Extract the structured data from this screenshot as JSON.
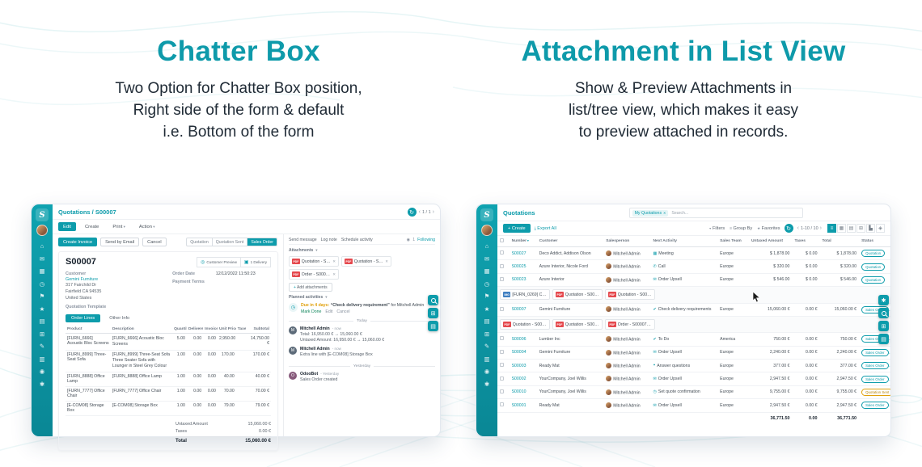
{
  "accent": "#0d9cab",
  "features": {
    "left": {
      "title": "Chatter Box",
      "subtitle": "Two Option for Chatter Box position,\nRight side of the form & default\ni.e. Bottom of the form"
    },
    "right": {
      "title": "Attachment in List View",
      "subtitle": "Show & Preview Attachments in\nlist/tree view, which makes it easy\nto preview attached in records."
    }
  },
  "sidebar": {
    "logo": "S",
    "icons": [
      "home",
      "mail",
      "calendar",
      "clock",
      "flag",
      "star",
      "list",
      "grid",
      "edit",
      "chart",
      "user",
      "gear"
    ]
  },
  "fabs": {
    "left": [
      "search",
      "grid",
      "book"
    ],
    "right": [
      "gear",
      "search",
      "grid",
      "book"
    ]
  },
  "form_view": {
    "breadcrumb": "Quotations / S00007",
    "pager": "1 / 1",
    "toolbar": {
      "edit": "Edit",
      "create": "Create",
      "print": "Print",
      "action": "Action"
    },
    "actions": {
      "create_invoice": "Create Invoice",
      "send_email": "Send by Email",
      "cancel": "Cancel"
    },
    "statusbar": [
      "Quotation",
      "Quotation Sent",
      "Sales Order"
    ],
    "smart_buttons": [
      {
        "label": "Customer Preview"
      },
      {
        "label": "1 Delivery"
      }
    ],
    "record": {
      "name": "S00007",
      "customer_label": "Customer",
      "customer": "Gemini Furniture",
      "address": "317 Fairchild Dr\nFairfield CA 94535\nUnited States",
      "order_date_label": "Order Date",
      "order_date": "12/12/2022 11:50:23",
      "payment_terms_label": "Payment Terms",
      "payment_terms": "",
      "template_label": "Quotation Template"
    },
    "tabs": [
      "Order Lines",
      "Other Info"
    ],
    "table": {
      "headers": [
        "Product",
        "Description",
        "Quantity",
        "Delivered",
        "Invoiced",
        "Unit Price",
        "Taxes",
        "Subtotal"
      ],
      "rows": [
        {
          "product": "[FURN_6666] Acoustic Bloc Screens",
          "description": "[FURN_6666] Acoustic Bloc Screens",
          "quantity": "5.00",
          "delivered": "0.00",
          "invoiced": "0.00",
          "unit_price": "2,950.00",
          "taxes": "",
          "subtotal": "14,750.00 €"
        },
        {
          "product": "[FURN_8999] Three-Seat Sofa",
          "description": "[FURN_8999] Three-Seat Sofa\nThree Seater Sofa with Lounger in Steel Grey Colour",
          "quantity": "1.00",
          "delivered": "0.00",
          "invoiced": "0.00",
          "unit_price": "170.00",
          "taxes": "",
          "subtotal": "170.00 €"
        },
        {
          "product": "[FURN_8888] Office Lamp",
          "description": "[FURN_8888] Office Lamp",
          "quantity": "1.00",
          "delivered": "0.00",
          "invoiced": "0.00",
          "unit_price": "40.00",
          "taxes": "",
          "subtotal": "40.00 €"
        },
        {
          "product": "[FURN_7777] Office Chair",
          "description": "[FURN_7777] Office Chair",
          "quantity": "1.00",
          "delivered": "0.00",
          "invoiced": "0.00",
          "unit_price": "70.00",
          "taxes": "",
          "subtotal": "70.00 €"
        },
        {
          "product": "[E-COM08] Storage Box",
          "description": "[E-COM08] Storage Box",
          "quantity": "1.00",
          "delivered": "0.00",
          "invoiced": "0.00",
          "unit_price": "79.00",
          "taxes": "",
          "subtotal": "79.00 €"
        }
      ]
    },
    "totals": {
      "untaxed_label": "Untaxed Amount",
      "untaxed": "15,060.00 €",
      "taxes_label": "Taxes",
      "taxes": "0.00 €",
      "total_label": "Total",
      "total": "15,060.00 €"
    }
  },
  "chatter": {
    "tabs": [
      "Send message",
      "Log note",
      "Schedule activity"
    ],
    "follower_count": "1",
    "following_label": "Following",
    "attachments_label": "Attachments",
    "attachments": [
      {
        "name": "Quotation - S00023.pdf",
        "badge": "PDF"
      },
      {
        "name": "Quotation - S00007.pdf",
        "badge": "PDF"
      },
      {
        "name": "Order - S00007.pdf",
        "badge": "PDF"
      }
    ],
    "add_attachments_label": "Add attachments",
    "planned_label": "Planned activities",
    "activity": {
      "due": "Due in 4 days:",
      "summary": "“Check delivery requirement”",
      "for_label": "for Mitchell Admin",
      "mark_done": "Mark Done",
      "edit": "Edit",
      "cancel": "Cancel"
    },
    "today_label": "Today",
    "yesterday_label": "Yesterday",
    "messages_today": [
      {
        "author": "Mitchell Admin",
        "time": "- now",
        "avatar": "M",
        "body": "Total: 16,950.00 € → 15,060.00 €\nUntaxed Amount: 16,950.00 € → 15,060.00 €"
      },
      {
        "author": "Mitchell Admin",
        "time": "- now",
        "avatar": "M",
        "body": "Extra line with [E-COM08] Storage Box"
      }
    ],
    "messages_yesterday": [
      {
        "author": "OdooBot",
        "time": "- Yesterday",
        "avatar": "O",
        "body": "Sales Order created"
      }
    ]
  },
  "list_view": {
    "title": "Quotations",
    "search": {
      "facet": "My Quotations",
      "placeholder": "Search..."
    },
    "toolbar": {
      "create": "Create",
      "export": "Export All",
      "filters": "Filters",
      "group_by": "Group By",
      "favorites": "Favorites",
      "pager": "1-10 / 10"
    },
    "views": [
      "list",
      "kanban",
      "calendar",
      "pivot",
      "graph",
      "map"
    ],
    "headers": {
      "number": "Number",
      "customer": "Customer",
      "salesperson": "Salesperson",
      "activity": "Next Activity",
      "team": "Sales Team",
      "untaxed": "Untaxed Amount",
      "taxes": "Taxes",
      "total": "Total",
      "status": "Status"
    },
    "rows_top": [
      {
        "number": "S00027",
        "customer": "Deco Addict, Addison Olson",
        "salesperson": "Mitchell Admin",
        "activity": "Meeting",
        "activity_icon": "calendar",
        "team": "Europe",
        "untaxed": "$ 1,878.00",
        "taxes": "$ 0.00",
        "total": "$ 1,878.00",
        "status": "Quotation"
      },
      {
        "number": "S00025",
        "customer": "Azure Interior, Nicole Ford",
        "salesperson": "Mitchell Admin",
        "activity": "Call",
        "activity_icon": "phone",
        "team": "Europe",
        "untaxed": "$ 320.00",
        "taxes": "$ 0.00",
        "total": "$ 320.00",
        "status": "Quotation"
      },
      {
        "number": "S00023",
        "customer": "Azure Interior",
        "salesperson": "Mitchell Admin",
        "activity": "Order Upsell",
        "activity_icon": "mail",
        "team": "Europe",
        "untaxed": "$ 546.00",
        "taxes": "$ 0.00",
        "total": "$ 546.00",
        "status": "Quotation"
      }
    ],
    "attach_row_1": [
      {
        "name": "[FURN_0269] Customiz...",
        "badge": "IMG"
      },
      {
        "name": "Quotation - S00023.pdf",
        "badge": "PDF"
      },
      {
        "name": "Quotation - S00023.pdf",
        "badge": "PDF"
      }
    ],
    "rows_mid": [
      {
        "number": "S00007",
        "customer": "Gemini Furniture",
        "salesperson": "Mitchell Admin",
        "activity": "Check delivery requirements",
        "activity_icon": "check",
        "team": "Europe",
        "untaxed": "15,060.00 €",
        "taxes": "0.00 €",
        "total": "15,060.00 €",
        "status": "Sales Order"
      }
    ],
    "attach_row_2": [
      {
        "name": "Quotation - S00023.pdf",
        "badge": "PDF"
      },
      {
        "name": "Quotation - S00007.pdf",
        "badge": "PDF"
      },
      {
        "name": "Order - S00007.pdf",
        "badge": "PDF"
      }
    ],
    "rows_bottom": [
      {
        "number": "S00006",
        "customer": "Lumber Inc",
        "salesperson": "Mitchell Admin",
        "activity": "To Do",
        "activity_icon": "check",
        "team": "America",
        "untaxed": "750.00 €",
        "taxes": "0.00 €",
        "total": "750.00 €",
        "status": "Sales Order"
      },
      {
        "number": "S00004",
        "customer": "Gemini Furniture",
        "salesperson": "Mitchell Admin",
        "activity": "Order Upsell",
        "activity_icon": "mail",
        "team": "Europe",
        "untaxed": "2,240.00 €",
        "taxes": "0.00 €",
        "total": "2,240.00 €",
        "status": "Sales Order"
      },
      {
        "number": "S00003",
        "customer": "Ready Mat",
        "salesperson": "Mitchell Admin",
        "activity": "Answer questions",
        "activity_icon": "chat",
        "team": "Europe",
        "untaxed": "377.00 €",
        "taxes": "0.00 €",
        "total": "377.00 €",
        "status": "Sales Order"
      },
      {
        "number": "S00002",
        "customer": "YourCompany, Joel Willis",
        "salesperson": "Mitchell Admin",
        "activity": "Order Upsell",
        "activity_icon": "mail",
        "team": "Europe",
        "untaxed": "2,947.50 €",
        "taxes": "0.00 €",
        "total": "2,947.50 €",
        "status": "Sales Order"
      },
      {
        "number": "S00010",
        "customer": "YourCompany, Joel Willis",
        "salesperson": "Mitchell Admin",
        "activity": "Set quote confirmation",
        "activity_icon": "clock",
        "team": "Europe",
        "untaxed": "9,755.00 €",
        "taxes": "0.00 €",
        "total": "9,755.00 €",
        "status": "Quotation Sent"
      },
      {
        "number": "S00001",
        "customer": "Ready Mat",
        "salesperson": "Mitchell Admin",
        "activity": "Order Upsell",
        "activity_icon": "mail",
        "team": "Europe",
        "untaxed": "2,947.50 €",
        "taxes": "0.00 €",
        "total": "2,947.50 €",
        "status": "Sales Order"
      }
    ],
    "footer": {
      "untaxed": "36,771.50",
      "taxes": "0.00",
      "total": "36,771.50"
    }
  }
}
